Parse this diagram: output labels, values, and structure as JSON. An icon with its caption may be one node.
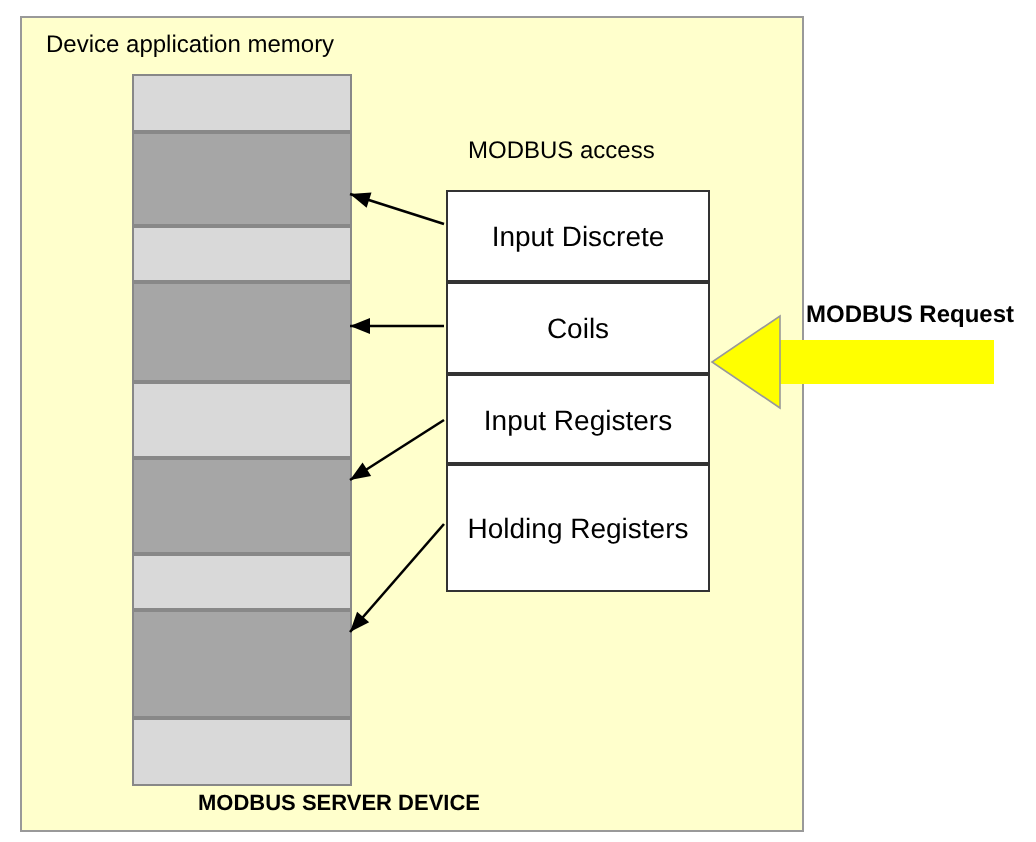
{
  "diagram": {
    "nodes": [
      {
        "text": [
          "Device application memory",
          "MODBUS SERVER DEVICE"
        ]
      },
      {
        "text": [],
        "shape": "box",
        "in": 0
      },
      {
        "text": [],
        "shape": "box",
        "in": 0
      },
      {
        "text": [],
        "shape": "box",
        "in": 0
      },
      {
        "text": [],
        "shape": "box",
        "in": 0
      },
      {
        "text": [],
        "shape": "box",
        "in": 0
      },
      {
        "text": [],
        "shape": "box",
        "in": 0
      },
      {
        "text": [],
        "shape": "box",
        "in": 0
      },
      {
        "text": [],
        "shape": "box",
        "in": 0
      },
      {
        "text": [],
        "shape": "box",
        "in": 0
      },
      {
        "text": [
          "Input Discrete"
        ],
        "in": 0
      },
      {
        "text": [
          "Coils"
        ],
        "in": 0
      },
      {
        "text": [
          "Input Registers"
        ],
        "in": 0
      },
      {
        "text": [
          "Holding Registers"
        ],
        "in": 0
      }
    ],
    "edges": [
      {
        "from": 10,
        "to": 2,
        "arrow": "to"
      },
      {
        "from": 11,
        "to": 4,
        "arrow": "to"
      },
      {
        "from": 12,
        "to": 6,
        "arrow": "to"
      },
      {
        "from": 13,
        "to": 8,
        "arrow": "to"
      },
      {
        "from": null,
        "to": 11,
        "arrow": "to",
        "label": "MODBUS Request",
        "style": "thick",
        "color": "#ffff00"
      }
    ],
    "labels": [
      "MODBUS access"
    ]
  }
}
